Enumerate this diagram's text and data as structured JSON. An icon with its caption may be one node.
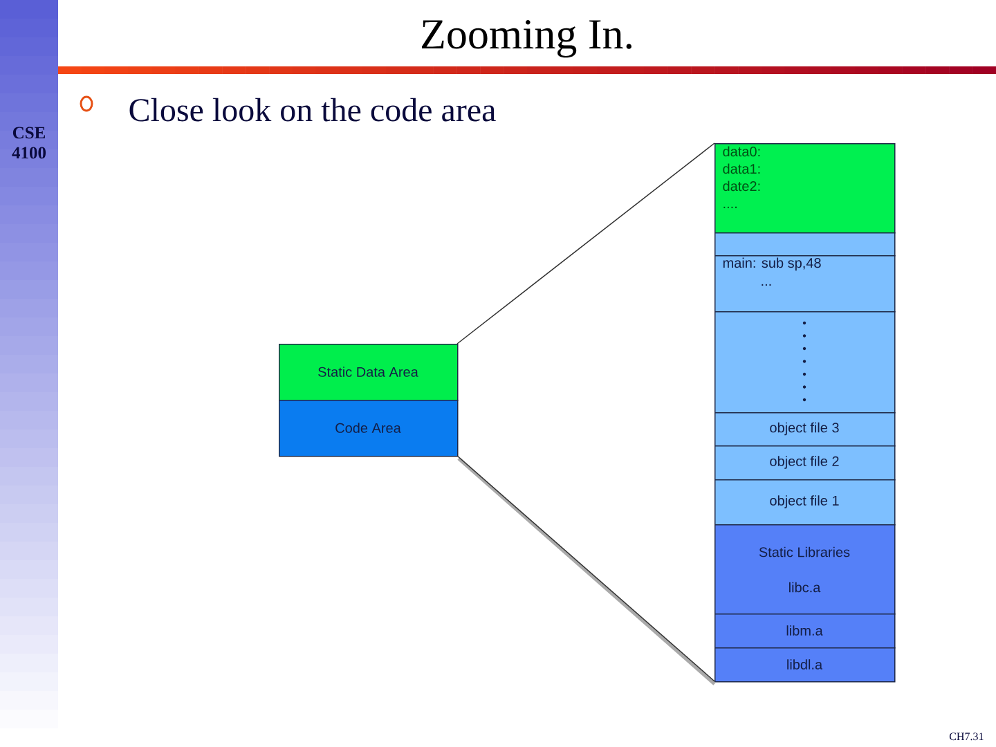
{
  "diagram": {
    "title": "Zooming In.",
    "nodes": [
      {
        "text": [
          "Static Data Area"
        ]
      },
      {
        "text": [
          "Code Area"
        ]
      },
      {
        "text": [
          "data0:",
          "data1:",
          "date2:",
          "...."
        ]
      },
      {
        "text": [],
        "shape": "box"
      },
      {
        "text": [
          "main: sub sp,48",
          "..."
        ]
      },
      {
        "text": [],
        "shape": "box"
      },
      {
        "text": [
          "object file 3"
        ]
      },
      {
        "text": [
          "object file 2"
        ]
      },
      {
        "text": [
          "object file 1"
        ]
      },
      {
        "text": [
          "Static Libraries",
          "libc.a"
        ]
      },
      {
        "text": [
          "libm.a"
        ]
      },
      {
        "text": [
          "libdl.a"
        ]
      }
    ],
    "edges": [
      {
        "from": 0,
        "to": 2,
        "arrow": "none"
      },
      {
        "from": 1,
        "to": 11,
        "arrow": "none"
      }
    ],
    "labels": [
      "Close look on the code area",
      "CSE 4100",
      "CH7.31"
    ]
  }
}
